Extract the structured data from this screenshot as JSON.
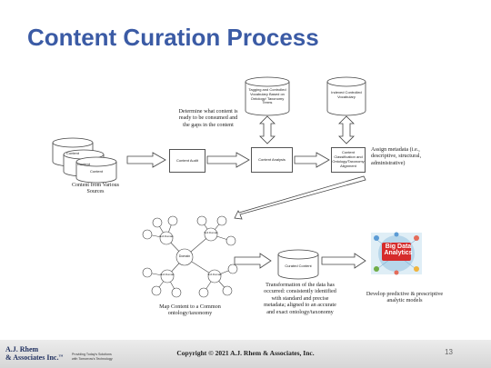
{
  "slide": {
    "title": "Content Curation Process",
    "footer": {
      "logo_line1": "A.J. Rhem",
      "logo_line2": "& Associates Inc.",
      "logo_mark": "TM",
      "tagline_line1": "Providing Today's Solutions",
      "tagline_line2": "with Tomorrow's Technology",
      "copyright": "Copyright © 2021 A.J. Rhem & Associates, Inc.",
      "page_number": "13"
    }
  },
  "diagram": {
    "content_stack": [
      "Content",
      "Content",
      "Content"
    ],
    "content_sources_label": "Content from Various Sources",
    "audit_note": "Determine what content is ready to be consumed and the gaps in the content",
    "content_audit": "Content Audit",
    "tagging_store": "Tagging and Controlled Vocabulary Based on Ontology/ Taxonomy Terms",
    "content_analysis": "Content Analysis",
    "indexed_store": "Indexed Controlled Vocabulary",
    "content_classification": "Content Classification and Ontology/Taxonomy Alignment",
    "assign_metadata_note": "Assign metadata (i.e., descriptive, structural, administrative)",
    "ontology_center": "Domain",
    "ontology_subs": [
      "Sub Domain",
      "Sub Domain",
      "Sub Domain",
      "Sub Domain"
    ],
    "map_content_label": "Map Content to a Common ontology/taxonomy",
    "curated_content": "Curated Content",
    "transformation_note": "Transformation of the data has occurred: consistently identified with standard and precise metadata; aligned to an accurate and exact ontology/taxonomy",
    "big_data_line1": "Big Data",
    "big_data_line2": "Analytics",
    "develop_models_label": "Develop predictive & prescriptive analytic models"
  }
}
